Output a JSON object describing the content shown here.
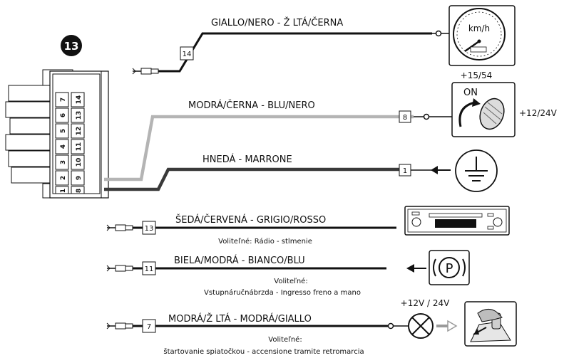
{
  "connector": {
    "badge": "13",
    "pins_top_row": [
      "7",
      "6",
      "5",
      "4",
      "3",
      "2",
      "1"
    ],
    "pins_bottom_row": [
      "14",
      "13",
      "12",
      "11",
      "10",
      "9",
      "8"
    ]
  },
  "wires": {
    "yellow_black": {
      "pin": "14",
      "label": "GIALLO/NERO - Ž LTÁ/ČERNA"
    },
    "blue_black": {
      "pin": "8",
      "label": "MODRÁ/ČERNA - BLU/NERO"
    },
    "brown": {
      "pin": "1",
      "label": "HNEDÁ - MARRONE"
    },
    "grey_red": {
      "pin": "13",
      "label": "ŠEDÁ/ČERVENÁ - GRIGIO/ROSSO",
      "note": "Voliteľné: Rádio - stlmenie"
    },
    "white_blue": {
      "pin": "11",
      "label": "BIELA/MODRÁ - BIANCO/BLU",
      "note_line1": "Voliteľné:",
      "note_line2": "Vstupnáručnábrzda - Ingresso freno a mano"
    },
    "blue_yellow": {
      "pin": "7",
      "label": "MODRÁ/Ž LTÁ - MODRÁ/GIALLO",
      "note_line1": "Voliteľné:",
      "note_line2": "štartovanie spiatočkou - accensione tramite retromarcia"
    }
  },
  "devices": {
    "speedometer": {
      "icon": "speedometer-icon",
      "unit": "km/h"
    },
    "ignition": {
      "icon": "ignition-key-icon",
      "label": "ON",
      "top_label": "+15/54",
      "side_label": "+12/24V"
    },
    "ground": {
      "icon": "ground-icon"
    },
    "radio": {
      "icon": "car-radio-icon"
    },
    "handbrake": {
      "icon": "parking-brake-icon",
      "letter": "P"
    },
    "reverse_lamp": {
      "icon": "reverse-lamp-icon",
      "supply": "+12V / 24V"
    },
    "gear_shift": {
      "icon": "gear-shift-icon"
    }
  },
  "colors": {
    "black_wire": "#111111",
    "brown_wire": "#3a3a3a",
    "grey_wire": "#b4b4b4",
    "line": "#111111",
    "background": "#ffffff"
  }
}
